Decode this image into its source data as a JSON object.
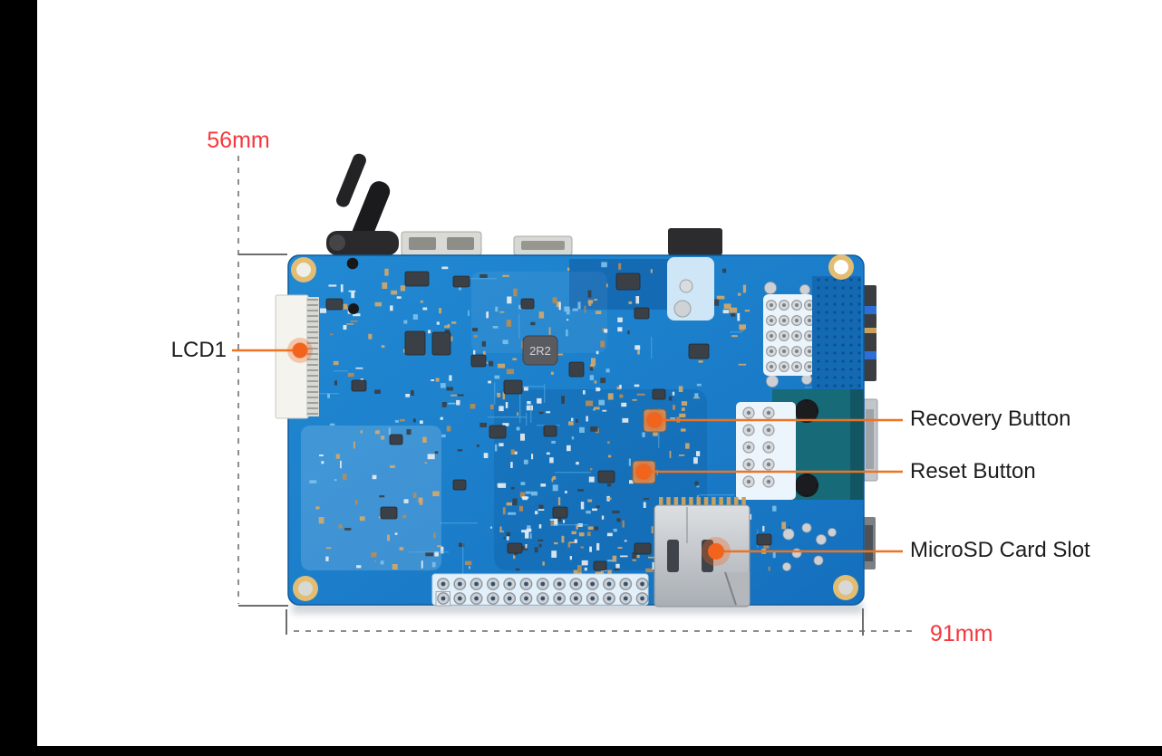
{
  "diagram": {
    "dimension_labels": {
      "height": "56mm",
      "width": "91mm"
    },
    "callouts": {
      "lcd": "LCD1",
      "recovery": "Recovery Button",
      "reset": "Reset Button",
      "microsd": "MicroSD Card Slot"
    },
    "board_markings": {
      "inductor": "2R2"
    },
    "colors": {
      "dimension_text": "#f5373c",
      "callout_leader": "#ee7320",
      "callout_dot": "#f2631c",
      "pcb_blue": "#1b7dc9",
      "callout_text": "#1d1d1f"
    }
  }
}
